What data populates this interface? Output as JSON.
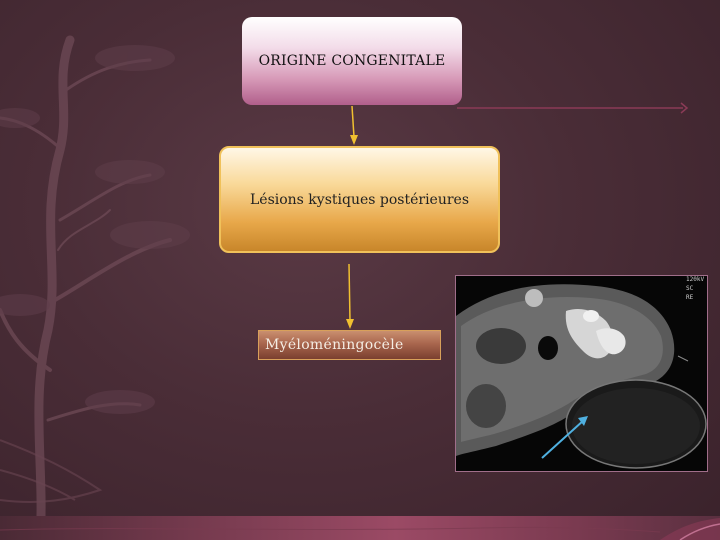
{
  "diagram": {
    "box_origin": "ORIGINE CONGENITALE",
    "box_lesions": "Lésions kystiques postérieures",
    "box_myelo": "Myéloméningocèle"
  },
  "ct_image": {
    "overlay_text": [
      "120kV",
      "SC",
      "RE"
    ]
  },
  "colors": {
    "background": "#4a2d37",
    "connector_arrow": "#f0c030",
    "pointer_arrow": "#4fb0e0",
    "deco_line": "#8a3a56"
  }
}
